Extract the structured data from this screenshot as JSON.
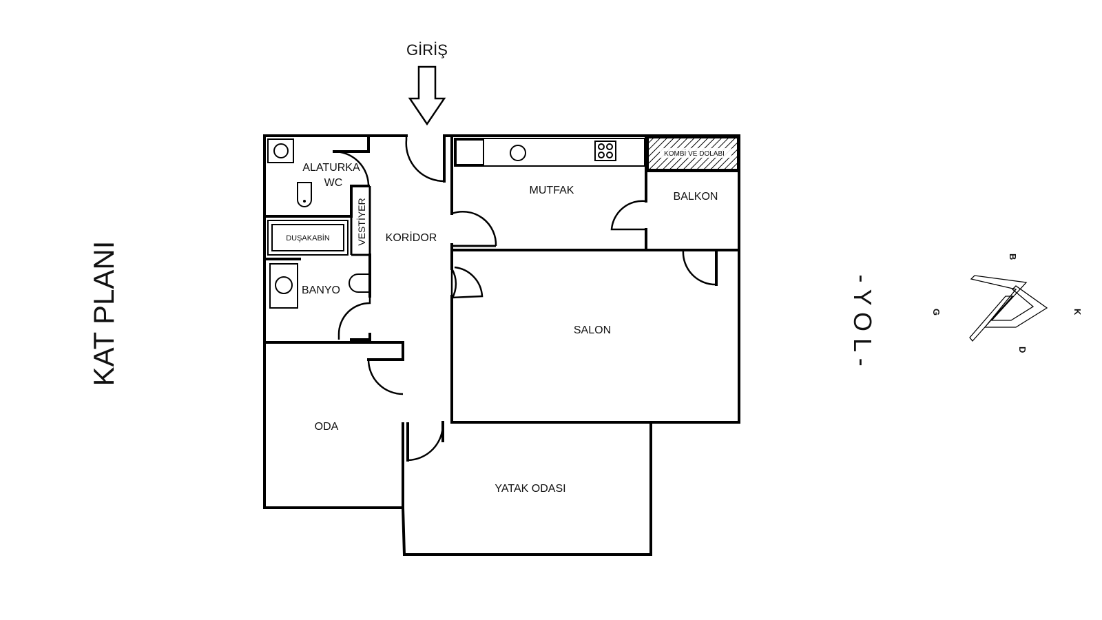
{
  "title": "KAT PLANI",
  "entrance": "GİRİŞ",
  "road": "- Y O L -",
  "rooms": {
    "alaturka_wc_line1": "ALATURKA",
    "alaturka_wc_line2": "WC",
    "dusakabin": "DUŞAKABİN",
    "vestiyer": "VESTİYER",
    "koridor": "KORİDOR",
    "banyo": "BANYO",
    "mutfak": "MUTFAK",
    "kombi": "KOMBİ VE DOLABI",
    "balkon": "BALKON",
    "salon": "SALON",
    "oda": "ODA",
    "yatak_odasi": "YATAK ODASI"
  },
  "logo": {
    "letters": [
      "K",
      "B",
      "G",
      "D"
    ]
  },
  "colors": {
    "wall": "#000000",
    "background": "#ffffff",
    "text": "#111111"
  }
}
